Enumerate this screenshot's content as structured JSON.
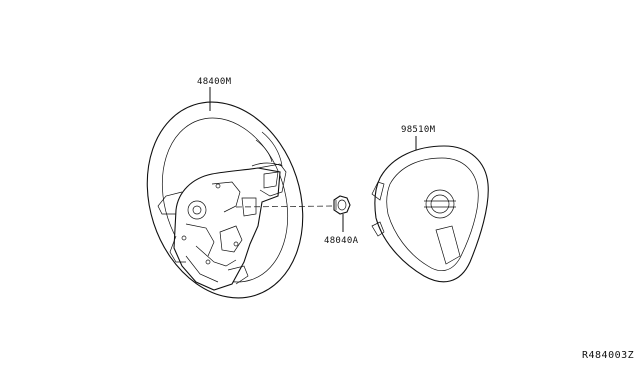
{
  "parts": [
    {
      "part_number": "48400M"
    },
    {
      "part_number": "98510M"
    },
    {
      "part_number": "48040A"
    }
  ],
  "diagram_ref": "R484003Z"
}
